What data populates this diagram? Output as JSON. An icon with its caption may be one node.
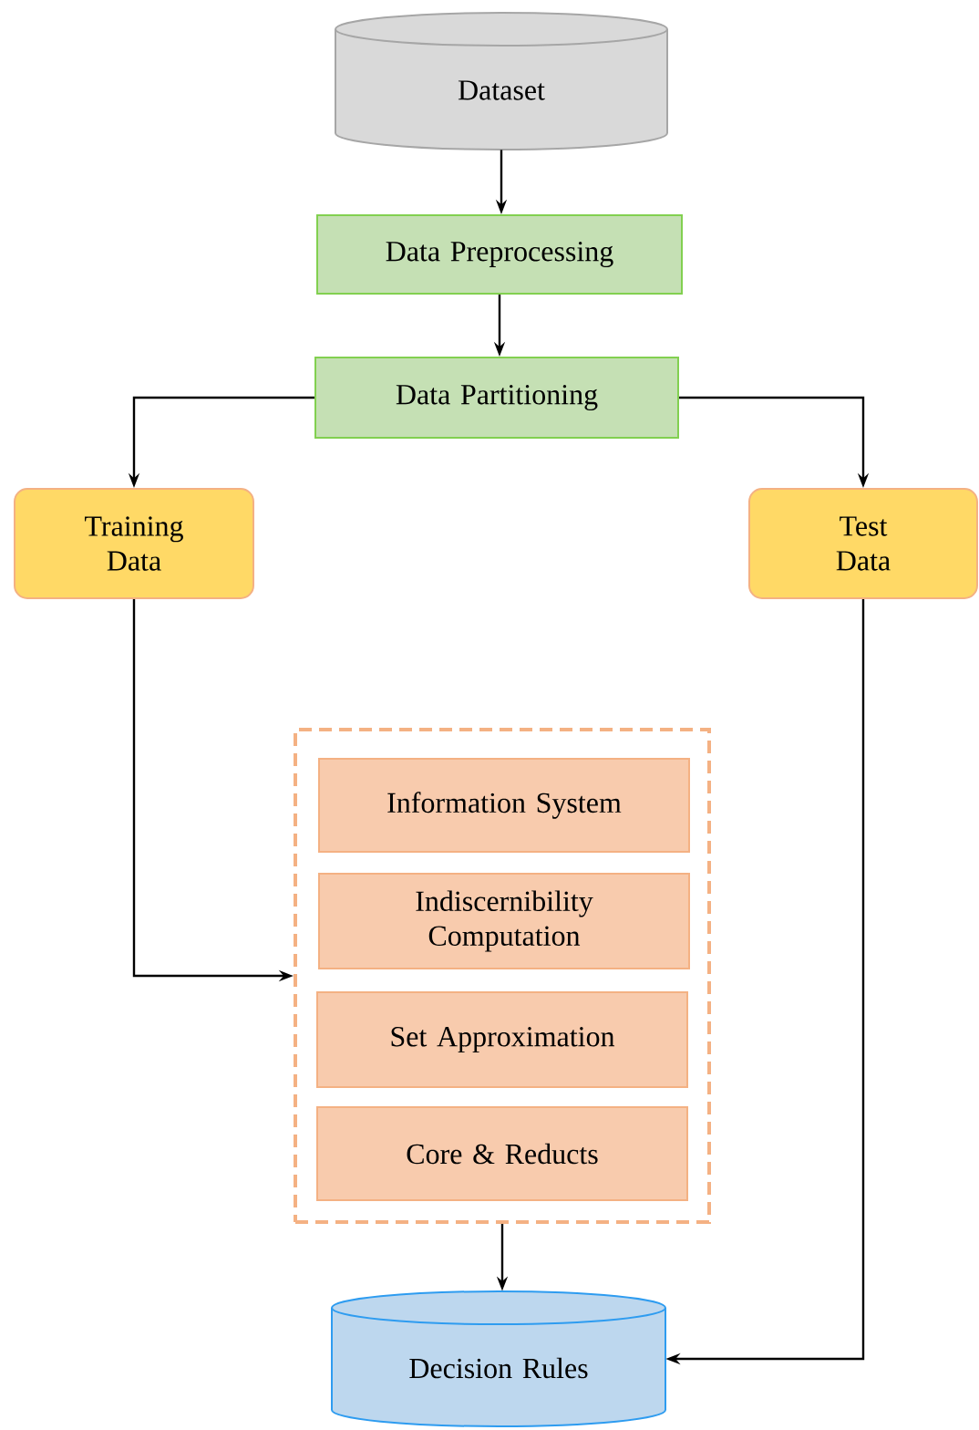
{
  "diagram": {
    "nodes": [
      {
        "text": [
          "Dataset"
        ]
      },
      {
        "text": [
          "Data Preprocessing"
        ]
      },
      {
        "text": [
          "Data Partitioning"
        ]
      },
      {
        "text": [
          "Training Data"
        ]
      },
      {
        "text": [
          "Test Data"
        ]
      },
      {
        "text": [],
        "shape": "box"
      },
      {
        "text": [
          "Information System"
        ],
        "in": 5
      },
      {
        "text": [
          "Indiscernibility Computation"
        ],
        "in": 5
      },
      {
        "text": [
          "Set Approximation"
        ],
        "in": 5
      },
      {
        "text": [
          "Core & Reducts"
        ],
        "in": 5
      },
      {
        "text": [
          "Decision Rules"
        ]
      }
    ],
    "edges": [
      {
        "from": 0,
        "to": 1,
        "arrow": "to"
      },
      {
        "from": 1,
        "to": 2,
        "arrow": "to"
      },
      {
        "from": 2,
        "to": 3,
        "arrow": "to"
      },
      {
        "from": 2,
        "to": 4,
        "arrow": "to"
      },
      {
        "from": 3,
        "to": 5,
        "arrow": "to"
      },
      {
        "from": 5,
        "to": 10,
        "arrow": "to"
      },
      {
        "from": 4,
        "to": 10,
        "arrow": "to"
      }
    ]
  }
}
